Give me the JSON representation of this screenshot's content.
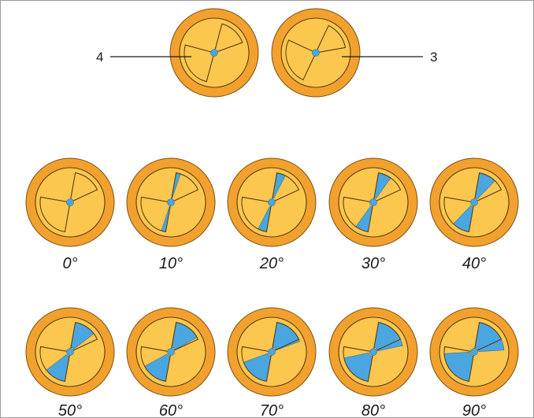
{
  "callouts": {
    "left_label": "4",
    "right_label": "3"
  },
  "angle_labels": [
    "0°",
    "10°",
    "20°",
    "30°",
    "40°",
    "50°",
    "60°",
    "70°",
    "80°",
    "90°"
  ],
  "colors": {
    "rim": "#f2a12e",
    "face": "#fbc74e",
    "window": "#fbc74e",
    "overlap": "#4aa6e0",
    "outline": "#5a3d12",
    "hub": "#4aa6e0"
  }
}
